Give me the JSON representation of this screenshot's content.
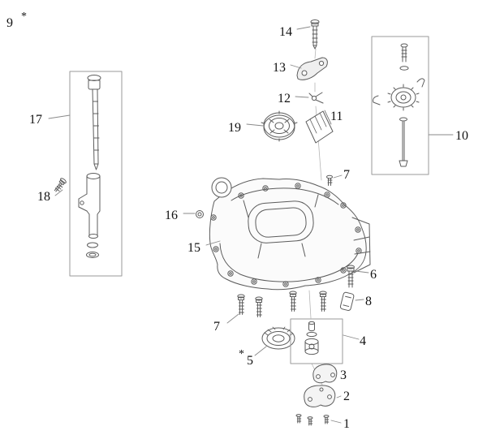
{
  "callouts": {
    "n1": "1",
    "n2": "2",
    "n3": "3",
    "n4": "4",
    "n5": "5",
    "n6": "6",
    "n7": "7",
    "n8": "8",
    "n9": "9",
    "n10": "10",
    "n11": "11",
    "n12": "12",
    "n13": "13",
    "n14": "14",
    "n15": "15",
    "n16": "16",
    "n17": "17",
    "n18": "18",
    "n19": "19",
    "star": "*"
  }
}
